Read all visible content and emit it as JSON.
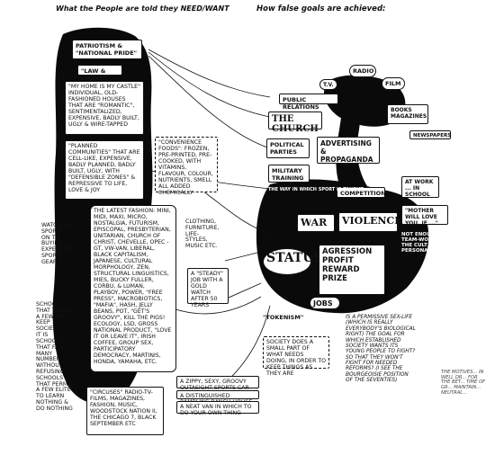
{
  "headings": {
    "left": "What the People are told they NEED/WANT",
    "right": "How false goals are achieved:"
  },
  "left_column": [
    "PATRIOTISM & \"NATIONAL PRIDE\"",
    "\"LAW & ORDER\"",
    "\"MY HOME IS MY CASTLE\" INDIVIDUAL, OLD-FASHIONED HOUSES THAT ARE \"ROMANTIC\", SENTIMENTALIZED, EXPENSIVE, BADLY BUILT, UGLY & WIRE-TAPPED",
    "\"PLANNED COMMUNITIES\" THAT ARE CELL-LIKE, EXPENSIVE, BADLY PLANNED, BADLY BUILT, UGLY, WITH \"DEFENSIBLE ZONES\" & REPRESSIVE TO LIFE, LOVE & JOY",
    "WATCHING SPORTS ON T.V. - BUYING EXPENSIVE SPORTS GEAR",
    "SCHOOLS THAT TEACH A FEW TO KEEP SOCIETY AS IT IS SCHOOLS THAT FAIL MANY NUMBER WITHOUT REFUSING SCHOOLS THAT PERMIT A FEW ELITE TO LEARN NOTHING & DO NOTHING"
  ],
  "center": {
    "convenience_foods": "\"CONVENIENCE FOODS\": FROZEN, PRE-PRINTED, PRE-COOKED, WITH VITAMINS, FLAVOUR, COLOUR, NUTRIENTS, SMELL ALL ADDED CHEMICALLY",
    "fashion": "THE LATEST FASHION: MINI, MIDI, MAXI, MICRO, NOSTALGIA, FUTURISM, EPISCOPAL, PRESBYTERIAN, UNITARIAN, CHURCH OF CHRIST, CHEVELLE, OPEC - GT, VW-VAN, LIBERAL, BLACK CAPITALISM, JAPANESE, CULTURAL MORPHOLOGY, ZEN, STRUCTURAL LINGUISTICS, MIES, BUCKY FULLER, CORBU, & LUMAN, PLAYBOY, POWER, \"FREE PRESS\", MACROBIOTICS, \"MAFIA\", HASH, JELLY BEANS, POT, \"GET'S GROOVY\", KILL THE PIGS! ECOLOGY, LSD, GROSS NATIONAL PRODUCT, \"LOVE IT OR LEAVE IT\", IRISH COFFEE, GROUP SEX, PARTICIPATORY DEMOCRACY, MARTINIS, HONDA, YAMAHA, ETC.",
    "clothing": "CLOTHING, FURNITURE, LIFE-STYLES, MUSIC ETC.",
    "steady_job": "A \"STEADY\" JOB WITH A GOLD WATCH AFTER 50 YEARS",
    "zippy": "A ZIPPY, SEXY, GROOVY OUTASIGHT SPORTS CAR",
    "ranch": "A DISTINGUISHED RAMBLING RANCH HOUSE",
    "neat_van": "A NEAT VAN IN WHICH TO DO YOUR OWN THING",
    "circuses": "\"CIRCUSES\" RADIO-TV-FILMS, MAGAZINES, FASHION, MUSIC, WOODSTOCK NATION II, THE CHICAGO 7, BLACK SEPTEMBER ETC",
    "tokenism": "\"TOKENISM\"",
    "society": "SOCIETY DOES A SMALL PART OF WHAT NEEDS DOING, IN ORDER TO KEEP THINGS AS THEY ARE"
  },
  "right_side": {
    "media": [
      "T.V.",
      "RADIO",
      "FILM",
      "BOOKS MAGAZINES",
      "NEWSPAPERS"
    ],
    "public_relations": "PUBLIC RELATIONS",
    "church": "THE CHURCH",
    "parties": "POLITICAL PARTIES",
    "military": "MILITARY TRAINING",
    "advertising": "ADVERTISING & PROPAGANDA",
    "competition": "COMPETITION",
    "sport_taught": "THE WAY IN WHICH SPORT IS TAUGHT",
    "work": "AT WORK ... IN SCHOOL",
    "mother": "\"MOTHER WILL LOVE YOU, IF ...\"",
    "not_enough": "NOT ENOUGH TEAM-WORK THE CULT OF PERSONALITY",
    "war": "WAR",
    "violence": "VIOLENCE",
    "status": "STATUS",
    "aggression": "AGRESSION PROFIT REWARD PRIZE",
    "jobs": "JOBS",
    "permissive": "IS A PERMISSIVE SEX-LIFE (WHICH IS REALLY EVERYBODY'S BIOLOGICAL RIGHT) THE GOAL FOR WHICH ESTABLISHED SOCIETY WANTS ITS YOUNG PEOPLE TO FIGHT? SO THAT THEY WON'T FIGHT FOR NEEDED REFORMS? (I SEE THE BOURGEOISIE POSITION OF THE SEVENTIES)",
    "corner_note": "THE MOTIVES... IN WELL DR... FOR THE BET... TIME OF GR... MAINTAIN... NEUTRAL..."
  }
}
